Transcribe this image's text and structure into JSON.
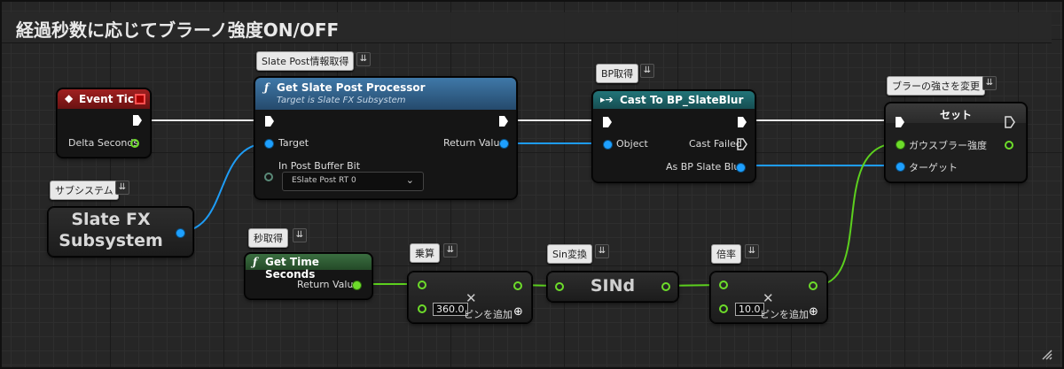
{
  "title": "経過秒数に応じてブラーノ強度ON/OFF",
  "comments": {
    "slate_post": "Slate Post情報取得",
    "bp": "BP取得",
    "blur_change": "ブラーの強さを変更",
    "subsystem": "サブシステム",
    "seconds": "秒取得",
    "multiply": "乗算",
    "sin": "Sin変換",
    "scale": "倍率"
  },
  "event_tick": {
    "title": "Event Tick",
    "delta": "Delta Seconds"
  },
  "get_slate": {
    "title": "Get Slate Post Processor",
    "subtitle": "Target is Slate FX Subsystem",
    "target": "Target",
    "return_value": "Return Value",
    "in_post_buffer": "In Post Buffer Bit",
    "dropdown": "ESlate Post RT 0"
  },
  "cast": {
    "title": "Cast To BP_SlateBlur",
    "object": "Object",
    "cast_failed": "Cast Failed",
    "as_bp": "As BP Slate Blur"
  },
  "set_node": {
    "title": "セット",
    "gauss": "ガウスブラー強度",
    "target": "ターゲット"
  },
  "subsystem": {
    "line1": "Slate FX",
    "line2": "Subsystem"
  },
  "time": {
    "title": "Get Time Seconds",
    "return_value": "Return Value"
  },
  "multiply": {
    "value": "360.0",
    "add_pin": "ピンを追加"
  },
  "sin": {
    "label": "SINd"
  },
  "scale": {
    "value": "10.0",
    "add_pin": "ピンを追加"
  },
  "colors": {
    "exec": "#ffffff",
    "object": "#1ea0ff",
    "float": "#6ddc2a",
    "event_header": "#8a1a1a",
    "function_header": "#3c6f9b",
    "cast_header": "#1f6a6e",
    "time_header": "#2f5a34"
  }
}
